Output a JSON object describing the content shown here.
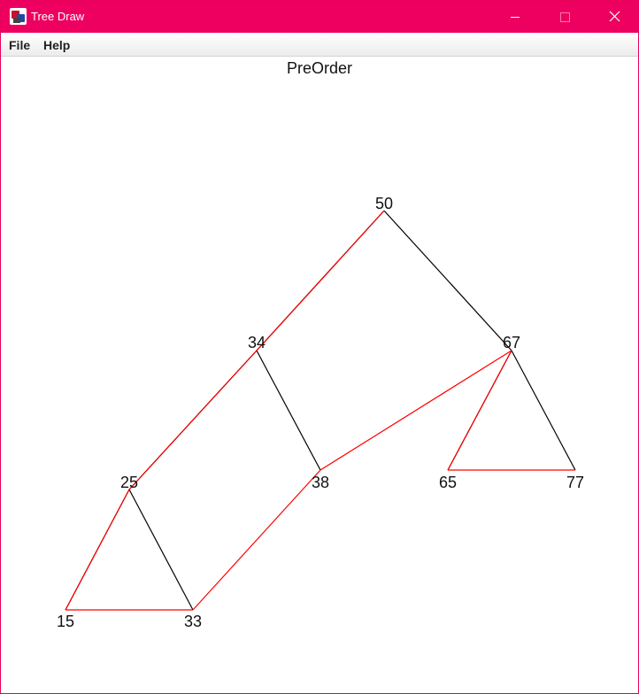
{
  "window": {
    "title": "Tree Draw",
    "accent_color": "#ee0060",
    "icon": "java-app-icon"
  },
  "menu": {
    "items": [
      "File",
      "Help"
    ]
  },
  "traversal": {
    "label": "PreOrder",
    "path_color": "#ff0000",
    "edge_color": "#000000"
  },
  "tree": {
    "nodes": [
      {
        "id": "n50",
        "label": "50"
      },
      {
        "id": "n34",
        "label": "34"
      },
      {
        "id": "n67",
        "label": "67"
      },
      {
        "id": "n25",
        "label": "25"
      },
      {
        "id": "n38",
        "label": "38"
      },
      {
        "id": "n65",
        "label": "65"
      },
      {
        "id": "n77",
        "label": "77"
      },
      {
        "id": "n15",
        "label": "15"
      },
      {
        "id": "n33",
        "label": "33"
      }
    ],
    "tree_edges": [
      {
        "from": "n50",
        "to": "n34"
      },
      {
        "from": "n50",
        "to": "n67"
      },
      {
        "from": "n34",
        "to": "n25"
      },
      {
        "from": "n34",
        "to": "n38"
      },
      {
        "from": "n25",
        "to": "n15"
      },
      {
        "from": "n25",
        "to": "n33"
      },
      {
        "from": "n67",
        "to": "n65"
      },
      {
        "from": "n67",
        "to": "n77"
      }
    ],
    "traversal_order": [
      "n50",
      "n34",
      "n25",
      "n15",
      "n33",
      "n38",
      "n67",
      "n65",
      "n77"
    ]
  }
}
